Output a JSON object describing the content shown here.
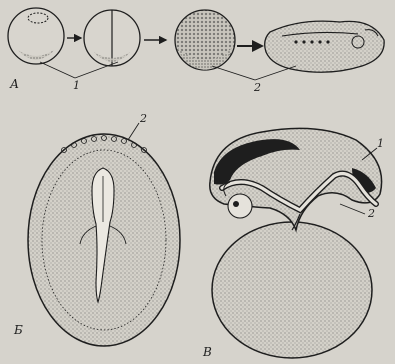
{
  "panels": {
    "a": {
      "letter": "А"
    },
    "b": {
      "letter": "Б"
    },
    "c": {
      "letter": "В"
    }
  },
  "callouts": {
    "a_1": "1",
    "a_2": "2",
    "b_2": "2",
    "c_1": "1",
    "c_2": "2"
  },
  "colors": {
    "background": "#d6d3cc",
    "ink": "#1e1e1e",
    "fill": "#cfccc4"
  }
}
